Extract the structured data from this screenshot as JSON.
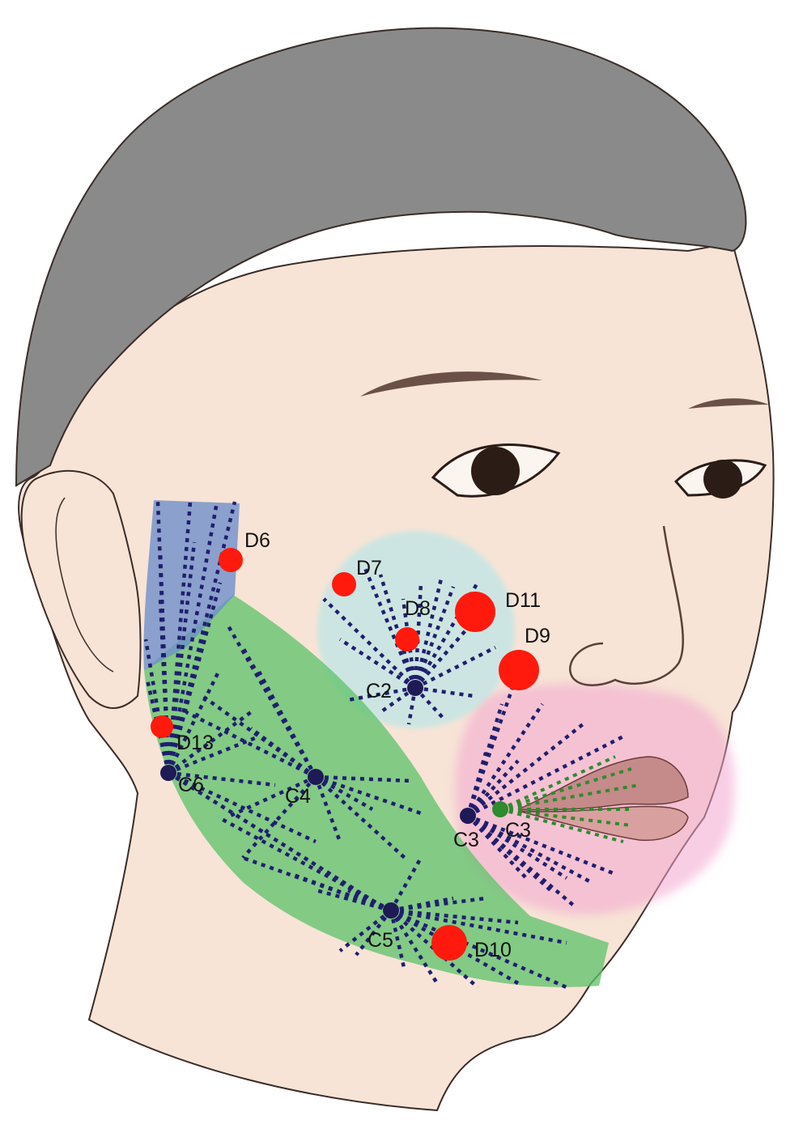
{
  "colors": {
    "hair": "#8a8a8a",
    "skin": "#f7e4d6",
    "outline": "#3a2c28",
    "center_dot": "#1e1a55",
    "injection_dot": "#ff1a0d",
    "dashed_line": "#1f1f6e",
    "green_dashed": "#2e8b2e",
    "region_blue": "#6f8fc9",
    "region_green": "#5cc16a",
    "region_cyan": "#bfe6e6",
    "region_pink": "#f2a6cf",
    "lip": "#c58a8a"
  },
  "centers": {
    "c2": "C2",
    "c3_left": "C3",
    "c3_right": "C3",
    "c4": "C4",
    "c5": "C5",
    "c6": "C6"
  },
  "points": {
    "d6": "D6",
    "d7": "D7",
    "d8": "D8",
    "d9": "D9",
    "d10": "D10",
    "d11": "D11",
    "d13": "D13"
  }
}
